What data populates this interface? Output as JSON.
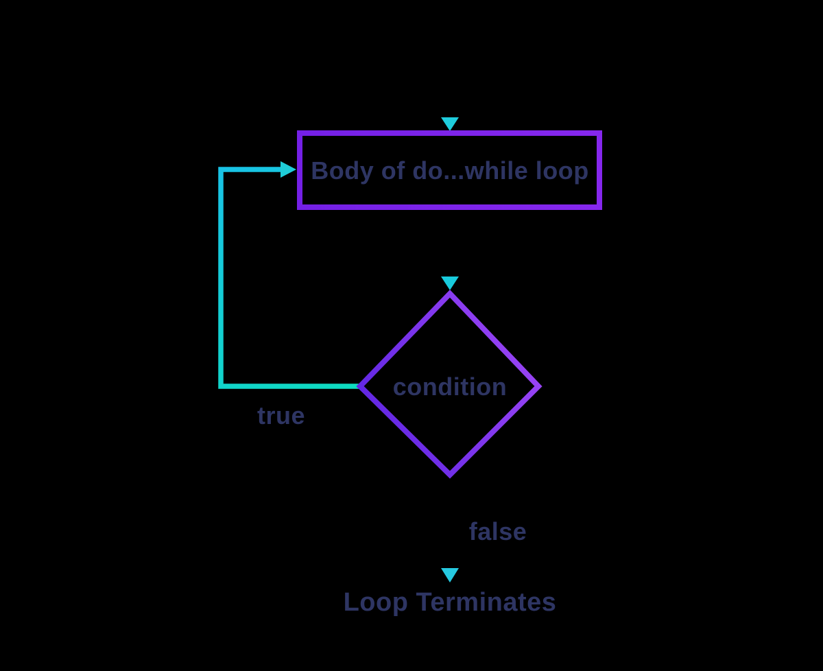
{
  "canvas": {
    "background": "#000000"
  },
  "flowchart": {
    "body_node": {
      "label": "Body of do...while loop"
    },
    "condition_node": {
      "label": "condition"
    },
    "terminate_label": "Loop Terminates",
    "edge_labels": {
      "true": "true",
      "false": "false"
    },
    "colors": {
      "label_text": "#2e3563",
      "arrow_teal_green": "#0edcc0",
      "arrow_turquoise": "#1fd2cc",
      "arrow_cyan": "#19c3e6",
      "rect_purple_left": "#7420e6",
      "rect_purple_right": "#8627ee",
      "diamond_purple_dark": "#5e25e2",
      "diamond_purple_light": "#9d46f6"
    }
  }
}
